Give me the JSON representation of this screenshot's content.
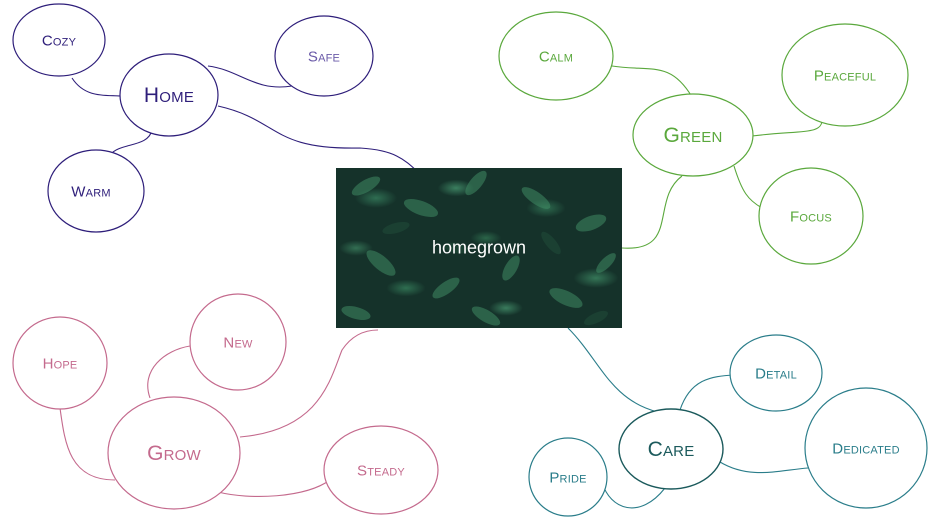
{
  "center": {
    "label": "homegrown"
  },
  "colors": {
    "home": "#2e1e7a",
    "green": "#5aa83c",
    "grow": "#c46a8d",
    "care": "#2a7d8a",
    "care_dark": "#1b5a5c"
  },
  "groups": {
    "home": {
      "hub": "Home",
      "children": [
        "Cozy",
        "Safe",
        "Warm"
      ]
    },
    "green": {
      "hub": "Green",
      "children": [
        "Calm",
        "Peaceful",
        "Focus"
      ]
    },
    "grow": {
      "hub": "Grow",
      "children": [
        "Hope",
        "New",
        "Steady"
      ]
    },
    "care": {
      "hub": "Care",
      "children": [
        "Detail",
        "Dedicated",
        "Pride"
      ]
    }
  }
}
